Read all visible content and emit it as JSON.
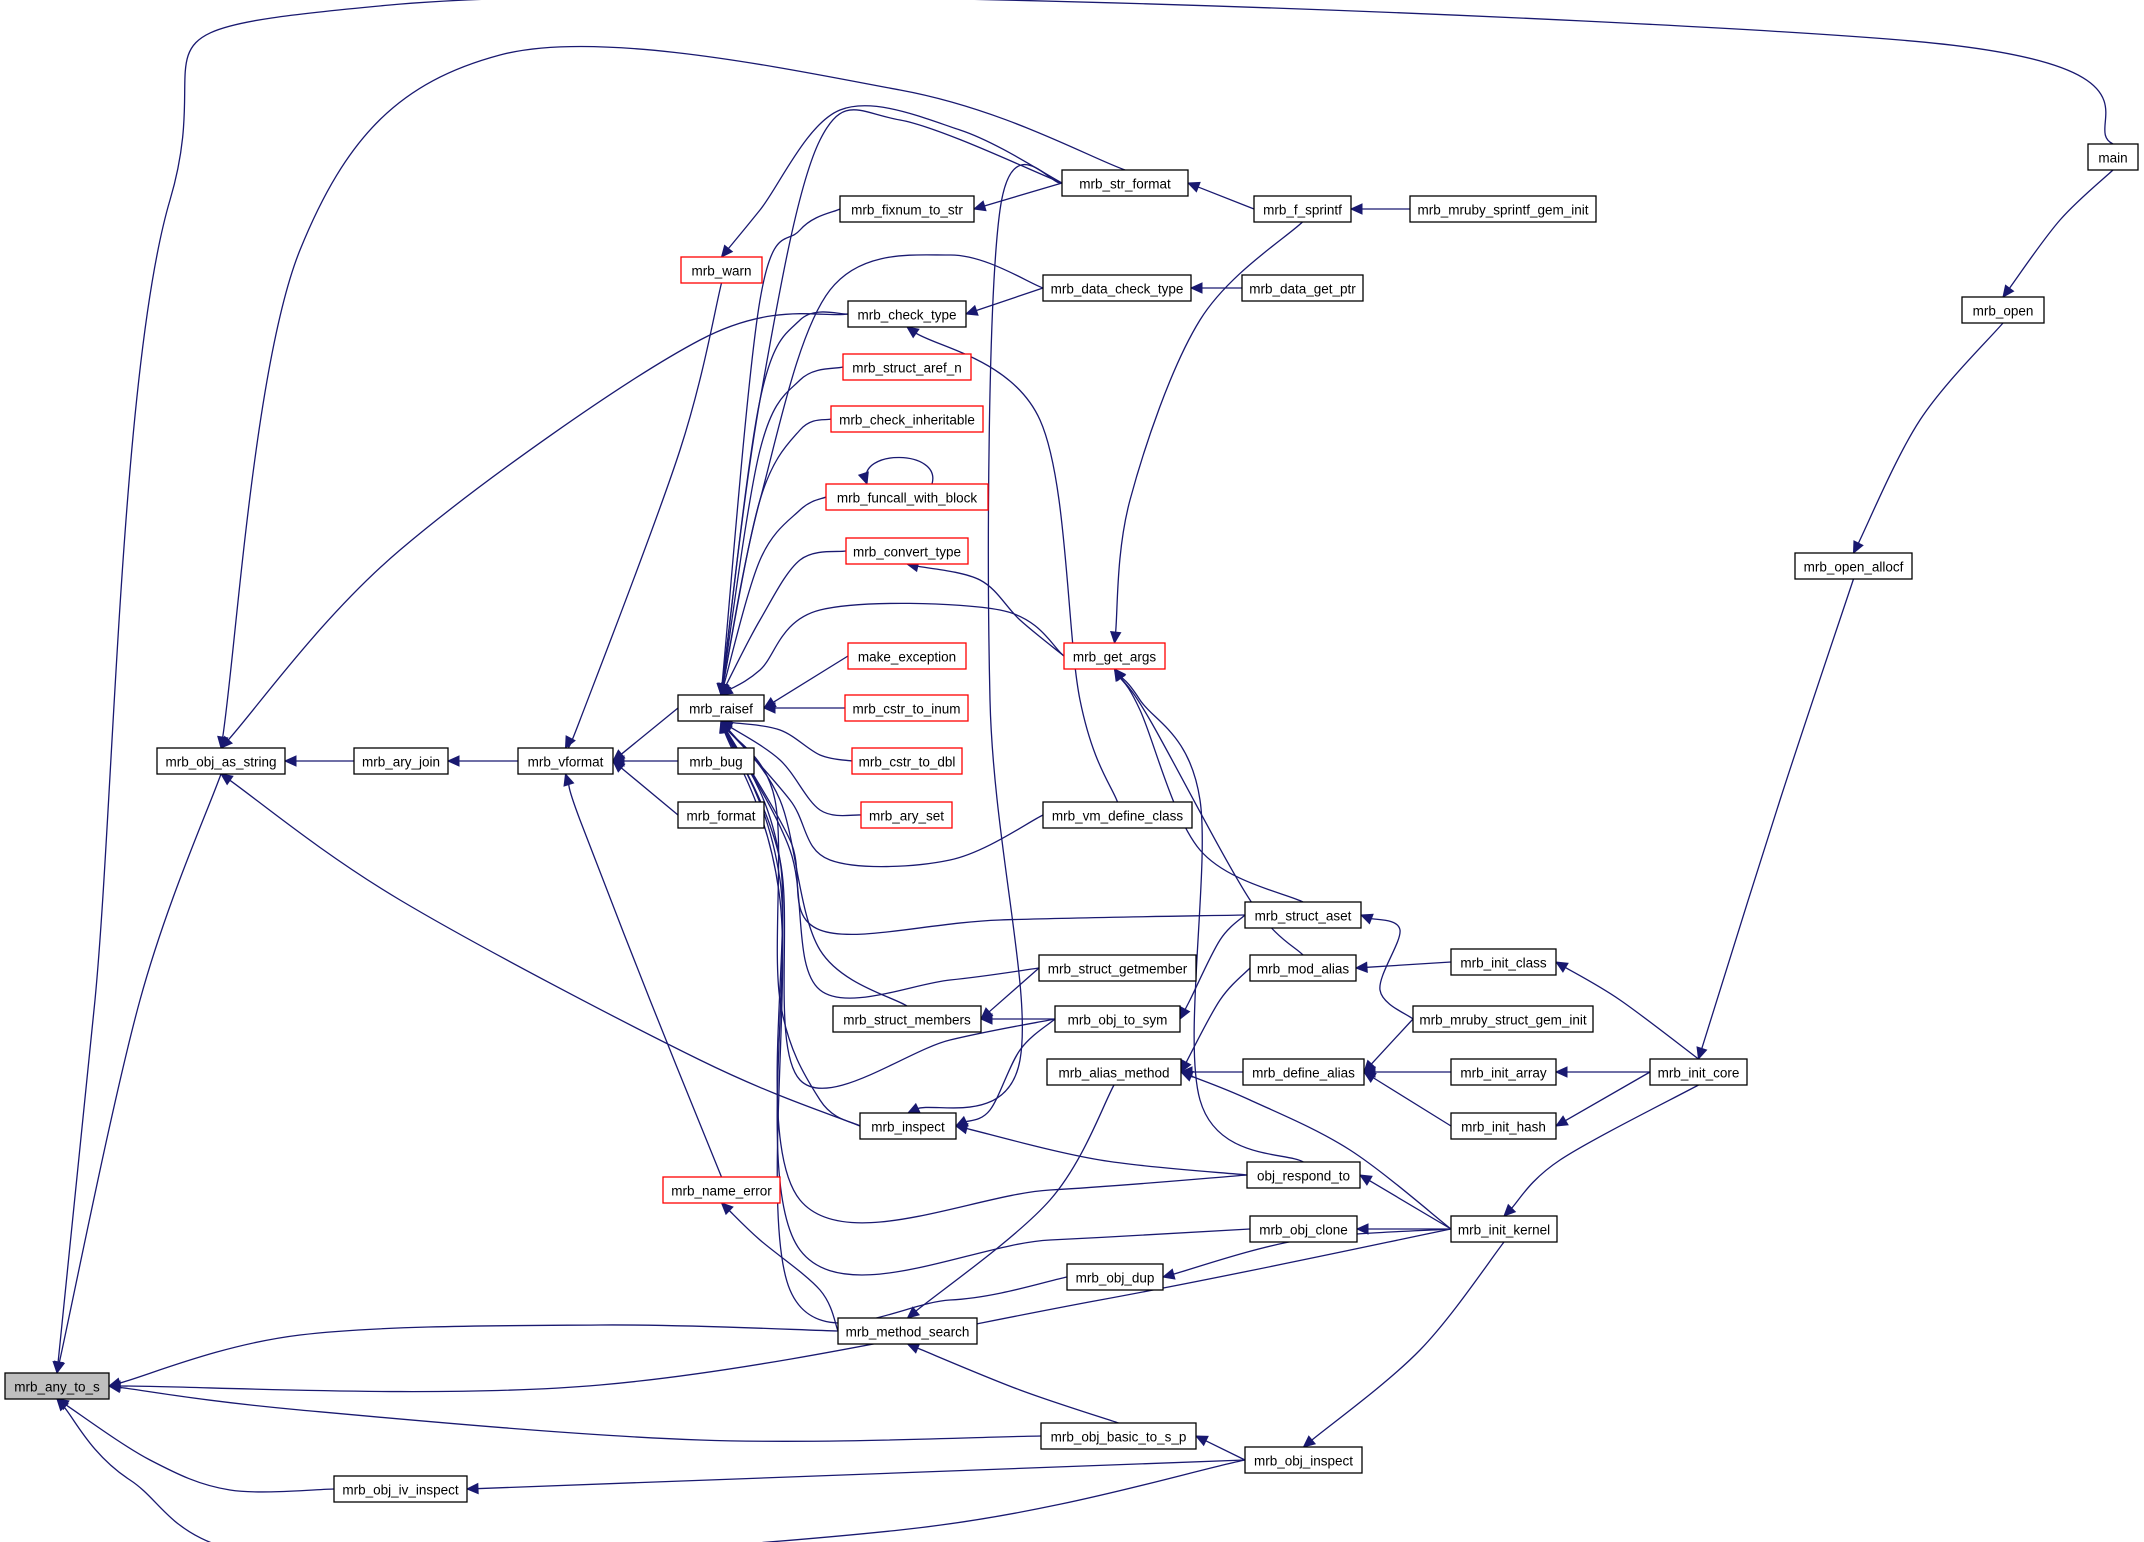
{
  "graph": {
    "colors": {
      "edge": "#191970",
      "node_border": "#000000",
      "node_border_incomplete": "#ff0000",
      "node_fill": "#ffffff",
      "focus_fill": "#bfbfbf"
    },
    "nodes": [
      {
        "id": "mrb_any_to_s",
        "label": "mrb_any_to_s",
        "style": "focus"
      },
      {
        "id": "mrb_obj_as_string",
        "label": "mrb_obj_as_string",
        "style": "normal"
      },
      {
        "id": "mrb_ary_join",
        "label": "mrb_ary_join",
        "style": "normal"
      },
      {
        "id": "mrb_vformat",
        "label": "mrb_vformat",
        "style": "normal"
      },
      {
        "id": "mrb_raisef",
        "label": "mrb_raisef",
        "style": "normal"
      },
      {
        "id": "mrb_bug",
        "label": "mrb_bug",
        "style": "normal"
      },
      {
        "id": "mrb_format",
        "label": "mrb_format",
        "style": "normal"
      },
      {
        "id": "mrb_warn",
        "label": "mrb_warn",
        "style": "incomplete"
      },
      {
        "id": "mrb_name_error",
        "label": "mrb_name_error",
        "style": "incomplete"
      },
      {
        "id": "mrb_fixnum_to_str",
        "label": "mrb_fixnum_to_str",
        "style": "normal"
      },
      {
        "id": "mrb_check_type",
        "label": "mrb_check_type",
        "style": "normal"
      },
      {
        "id": "mrb_struct_aref_n",
        "label": "mrb_struct_aref_n",
        "style": "incomplete"
      },
      {
        "id": "mrb_check_inheritable",
        "label": "mrb_check_inheritable",
        "style": "incomplete"
      },
      {
        "id": "mrb_funcall_with_block",
        "label": "mrb_funcall_with_block",
        "style": "incomplete"
      },
      {
        "id": "mrb_convert_type",
        "label": "mrb_convert_type",
        "style": "incomplete"
      },
      {
        "id": "make_exception",
        "label": "make_exception",
        "style": "incomplete"
      },
      {
        "id": "mrb_cstr_to_inum",
        "label": "mrb_cstr_to_inum",
        "style": "incomplete"
      },
      {
        "id": "mrb_cstr_to_dbl",
        "label": "mrb_cstr_to_dbl",
        "style": "incomplete"
      },
      {
        "id": "mrb_ary_set",
        "label": "mrb_ary_set",
        "style": "incomplete"
      },
      {
        "id": "mrb_struct_members",
        "label": "mrb_struct_members",
        "style": "normal"
      },
      {
        "id": "mrb_inspect",
        "label": "mrb_inspect",
        "style": "normal"
      },
      {
        "id": "mrb_method_search",
        "label": "mrb_method_search",
        "style": "normal"
      },
      {
        "id": "mrb_obj_iv_inspect",
        "label": "mrb_obj_iv_inspect",
        "style": "normal"
      },
      {
        "id": "mrb_str_format",
        "label": "mrb_str_format",
        "style": "normal"
      },
      {
        "id": "mrb_data_check_type",
        "label": "mrb_data_check_type",
        "style": "normal"
      },
      {
        "id": "mrb_get_args",
        "label": "mrb_get_args",
        "style": "incomplete"
      },
      {
        "id": "mrb_vm_define_class",
        "label": "mrb_vm_define_class",
        "style": "normal"
      },
      {
        "id": "mrb_struct_getmember",
        "label": "mrb_struct_getmember",
        "style": "normal"
      },
      {
        "id": "mrb_obj_to_sym",
        "label": "mrb_obj_to_sym",
        "style": "normal"
      },
      {
        "id": "mrb_alias_method",
        "label": "mrb_alias_method",
        "style": "normal"
      },
      {
        "id": "mrb_obj_dup",
        "label": "mrb_obj_dup",
        "style": "normal"
      },
      {
        "id": "mrb_obj_basic_to_s_p",
        "label": "mrb_obj_basic_to_s_p",
        "style": "normal"
      },
      {
        "id": "mrb_f_sprintf",
        "label": "mrb_f_sprintf",
        "style": "normal"
      },
      {
        "id": "mrb_data_get_ptr",
        "label": "mrb_data_get_ptr",
        "style": "normal"
      },
      {
        "id": "mrb_struct_aset",
        "label": "mrb_struct_aset",
        "style": "normal"
      },
      {
        "id": "mrb_mod_alias",
        "label": "mrb_mod_alias",
        "style": "normal"
      },
      {
        "id": "mrb_define_alias",
        "label": "mrb_define_alias",
        "style": "normal"
      },
      {
        "id": "obj_respond_to",
        "label": "obj_respond_to",
        "style": "normal"
      },
      {
        "id": "mrb_obj_clone",
        "label": "mrb_obj_clone",
        "style": "normal"
      },
      {
        "id": "mrb_obj_inspect",
        "label": "mrb_obj_inspect",
        "style": "normal"
      },
      {
        "id": "mrb_mruby_sprintf_gem_init",
        "label": "mrb_mruby_sprintf_gem_init",
        "style": "normal"
      },
      {
        "id": "mrb_init_class",
        "label": "mrb_init_class",
        "style": "normal"
      },
      {
        "id": "mrb_mruby_struct_gem_init",
        "label": "mrb_mruby_struct_gem_init",
        "style": "normal"
      },
      {
        "id": "mrb_init_array",
        "label": "mrb_init_array",
        "style": "normal"
      },
      {
        "id": "mrb_init_hash",
        "label": "mrb_init_hash",
        "style": "normal"
      },
      {
        "id": "mrb_init_kernel",
        "label": "mrb_init_kernel",
        "style": "normal"
      },
      {
        "id": "mrb_init_core",
        "label": "mrb_init_core",
        "style": "normal"
      },
      {
        "id": "mrb_open_allocf",
        "label": "mrb_open_allocf",
        "style": "normal"
      },
      {
        "id": "mrb_open",
        "label": "mrb_open",
        "style": "normal"
      },
      {
        "id": "main",
        "label": "main",
        "style": "normal"
      }
    ],
    "edges": [
      {
        "from": "mrb_obj_as_string",
        "to": "mrb_any_to_s"
      },
      {
        "from": "mrb_method_search",
        "to": "mrb_any_to_s"
      },
      {
        "from": "mrb_init_kernel",
        "to": "mrb_any_to_s"
      },
      {
        "from": "mrb_obj_basic_to_s_p",
        "to": "mrb_any_to_s"
      },
      {
        "from": "mrb_obj_iv_inspect",
        "to": "mrb_any_to_s"
      },
      {
        "from": "mrb_obj_inspect",
        "to": "mrb_any_to_s"
      },
      {
        "from": "main",
        "to": "mrb_any_to_s"
      },
      {
        "from": "mrb_ary_join",
        "to": "mrb_obj_as_string"
      },
      {
        "from": "mrb_str_format",
        "to": "mrb_obj_as_string"
      },
      {
        "from": "mrb_check_type",
        "to": "mrb_obj_as_string"
      },
      {
        "from": "mrb_inspect",
        "to": "mrb_obj_as_string"
      },
      {
        "from": "mrb_vformat",
        "to": "mrb_ary_join"
      },
      {
        "from": "mrb_raisef",
        "to": "mrb_vformat"
      },
      {
        "from": "mrb_bug",
        "to": "mrb_vformat"
      },
      {
        "from": "mrb_format",
        "to": "mrb_vformat"
      },
      {
        "from": "mrb_warn",
        "to": "mrb_vformat"
      },
      {
        "from": "mrb_name_error",
        "to": "mrb_vformat"
      },
      {
        "from": "mrb_str_format",
        "to": "mrb_warn"
      },
      {
        "from": "mrb_method_search",
        "to": "mrb_name_error"
      },
      {
        "from": "mrb_str_format",
        "to": "mrb_raisef"
      },
      {
        "from": "mrb_fixnum_to_str",
        "to": "mrb_raisef"
      },
      {
        "from": "mrb_data_check_type",
        "to": "mrb_raisef"
      },
      {
        "from": "mrb_check_type",
        "to": "mrb_raisef"
      },
      {
        "from": "mrb_struct_aref_n",
        "to": "mrb_raisef"
      },
      {
        "from": "mrb_check_inheritable",
        "to": "mrb_raisef"
      },
      {
        "from": "mrb_funcall_with_block",
        "to": "mrb_raisef"
      },
      {
        "from": "mrb_convert_type",
        "to": "mrb_raisef"
      },
      {
        "from": "mrb_get_args",
        "to": "mrb_raisef"
      },
      {
        "from": "make_exception",
        "to": "mrb_raisef"
      },
      {
        "from": "mrb_cstr_to_inum",
        "to": "mrb_raisef"
      },
      {
        "from": "mrb_cstr_to_dbl",
        "to": "mrb_raisef"
      },
      {
        "from": "mrb_ary_set",
        "to": "mrb_raisef"
      },
      {
        "from": "mrb_vm_define_class",
        "to": "mrb_raisef"
      },
      {
        "from": "mrb_struct_aset",
        "to": "mrb_raisef"
      },
      {
        "from": "mrb_struct_getmember",
        "to": "mrb_raisef"
      },
      {
        "from": "mrb_struct_members",
        "to": "mrb_raisef"
      },
      {
        "from": "mrb_obj_to_sym",
        "to": "mrb_raisef"
      },
      {
        "from": "mrb_inspect",
        "to": "mrb_raisef"
      },
      {
        "from": "obj_respond_to",
        "to": "mrb_raisef"
      },
      {
        "from": "mrb_obj_clone",
        "to": "mrb_raisef"
      },
      {
        "from": "mrb_obj_dup",
        "to": "mrb_raisef"
      },
      {
        "from": "mrb_funcall_with_block",
        "to": "mrb_funcall_with_block"
      },
      {
        "from": "mrb_str_format",
        "to": "mrb_fixnum_to_str"
      },
      {
        "from": "mrb_data_check_type",
        "to": "mrb_check_type"
      },
      {
        "from": "mrb_vm_define_class",
        "to": "mrb_check_type"
      },
      {
        "from": "mrb_get_args",
        "to": "mrb_convert_type"
      },
      {
        "from": "mrb_struct_getmember",
        "to": "mrb_struct_members"
      },
      {
        "from": "mrb_obj_to_sym",
        "to": "mrb_struct_members"
      },
      {
        "from": "mrb_str_format",
        "to": "mrb_inspect"
      },
      {
        "from": "mrb_obj_to_sym",
        "to": "mrb_inspect"
      },
      {
        "from": "obj_respond_to",
        "to": "mrb_inspect"
      },
      {
        "from": "mrb_alias_method",
        "to": "mrb_method_search"
      },
      {
        "from": "mrb_obj_basic_to_s_p",
        "to": "mrb_method_search"
      },
      {
        "from": "mrb_obj_inspect",
        "to": "mrb_obj_iv_inspect"
      },
      {
        "from": "mrb_f_sprintf",
        "to": "mrb_str_format"
      },
      {
        "from": "mrb_data_get_ptr",
        "to": "mrb_data_check_type"
      },
      {
        "from": "mrb_f_sprintf",
        "to": "mrb_get_args"
      },
      {
        "from": "mrb_struct_aset",
        "to": "mrb_get_args"
      },
      {
        "from": "mrb_mod_alias",
        "to": "mrb_get_args"
      },
      {
        "from": "obj_respond_to",
        "to": "mrb_get_args"
      },
      {
        "from": "mrb_struct_aset",
        "to": "mrb_obj_to_sym"
      },
      {
        "from": "mrb_mod_alias",
        "to": "mrb_alias_method"
      },
      {
        "from": "mrb_define_alias",
        "to": "mrb_alias_method"
      },
      {
        "from": "mrb_init_kernel",
        "to": "mrb_alias_method"
      },
      {
        "from": "mrb_init_kernel",
        "to": "mrb_obj_dup"
      },
      {
        "from": "mrb_obj_inspect",
        "to": "mrb_obj_basic_to_s_p"
      },
      {
        "from": "mrb_mruby_sprintf_gem_init",
        "to": "mrb_f_sprintf"
      },
      {
        "from": "mrb_mruby_struct_gem_init",
        "to": "mrb_struct_aset"
      },
      {
        "from": "mrb_init_class",
        "to": "mrb_mod_alias"
      },
      {
        "from": "mrb_mruby_struct_gem_init",
        "to": "mrb_define_alias"
      },
      {
        "from": "mrb_init_array",
        "to": "mrb_define_alias"
      },
      {
        "from": "mrb_init_hash",
        "to": "mrb_define_alias"
      },
      {
        "from": "mrb_init_kernel",
        "to": "obj_respond_to"
      },
      {
        "from": "mrb_init_kernel",
        "to": "mrb_obj_clone"
      },
      {
        "from": "mrb_init_kernel",
        "to": "mrb_obj_inspect"
      },
      {
        "from": "mrb_init_core",
        "to": "mrb_init_class"
      },
      {
        "from": "mrb_init_core",
        "to": "mrb_init_array"
      },
      {
        "from": "mrb_init_core",
        "to": "mrb_init_hash"
      },
      {
        "from": "mrb_init_core",
        "to": "mrb_init_kernel"
      },
      {
        "from": "mrb_open_allocf",
        "to": "mrb_init_core"
      },
      {
        "from": "mrb_open",
        "to": "mrb_open_allocf"
      },
      {
        "from": "main",
        "to": "mrb_open"
      }
    ]
  }
}
